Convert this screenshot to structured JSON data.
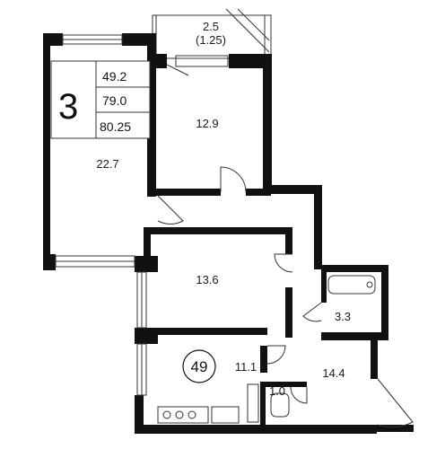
{
  "summary": {
    "rooms_count": "3",
    "living_area": "49.2",
    "total_area": "79.0",
    "total_area_with_balcony": "80.25"
  },
  "apartment_number": "49",
  "rooms": {
    "balcony_area": "2.5",
    "balcony_reduced": "(1.25)",
    "bedroom_small": "12.9",
    "living_room": "22.7",
    "bedroom": "13.6",
    "bathroom": "3.3",
    "kitchen": "11.1",
    "hallway": "14.4",
    "toilet": "1.0"
  }
}
